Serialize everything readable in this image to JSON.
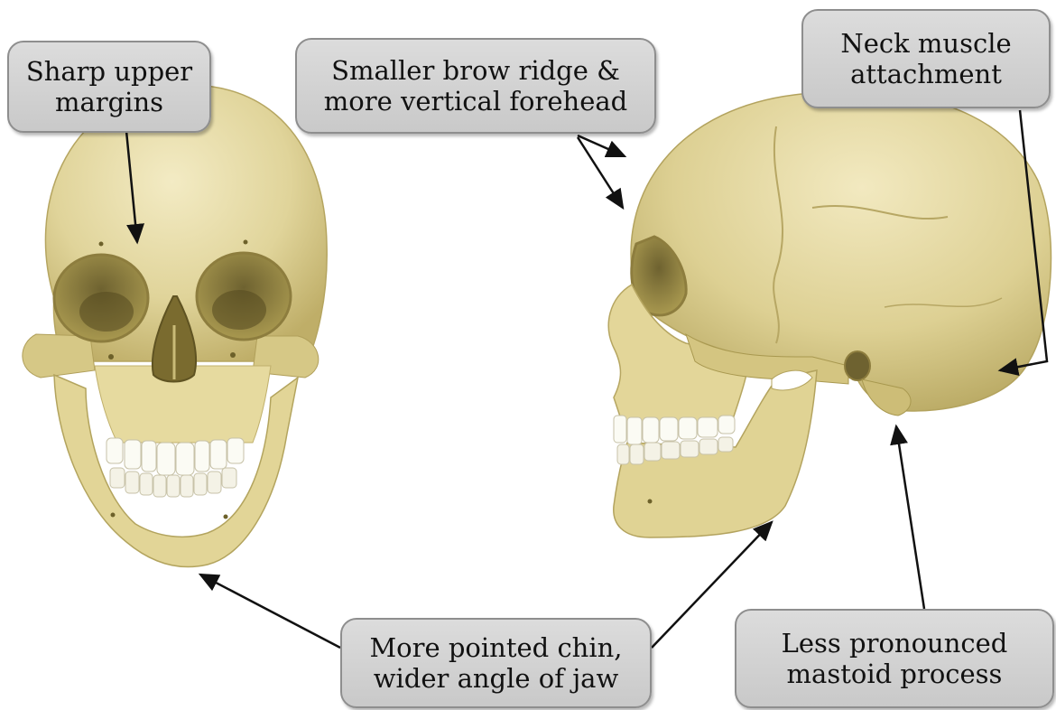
{
  "labels": {
    "sharp_upper_margins": [
      "Sharp upper",
      "margins"
    ],
    "brow_ridge": [
      "Smaller brow ridge &",
      "more vertical forehead"
    ],
    "neck_muscle": [
      "Neck muscle",
      "attachment"
    ],
    "pointed_chin": [
      "More pointed chin,",
      "wider angle of jaw"
    ],
    "mastoid": [
      "Less pronounced",
      "mastoid process"
    ]
  },
  "colors": {
    "bone_light": "#efe6b8",
    "bone_mid": "#d9cc8a",
    "bone_shadow": "#b3a460",
    "bone_dark": "#8a7a3c",
    "teeth": "#fbfbf4",
    "label_fill": "#d2d2d2",
    "label_border": "#8e8e8e",
    "arrow": "#111111"
  }
}
